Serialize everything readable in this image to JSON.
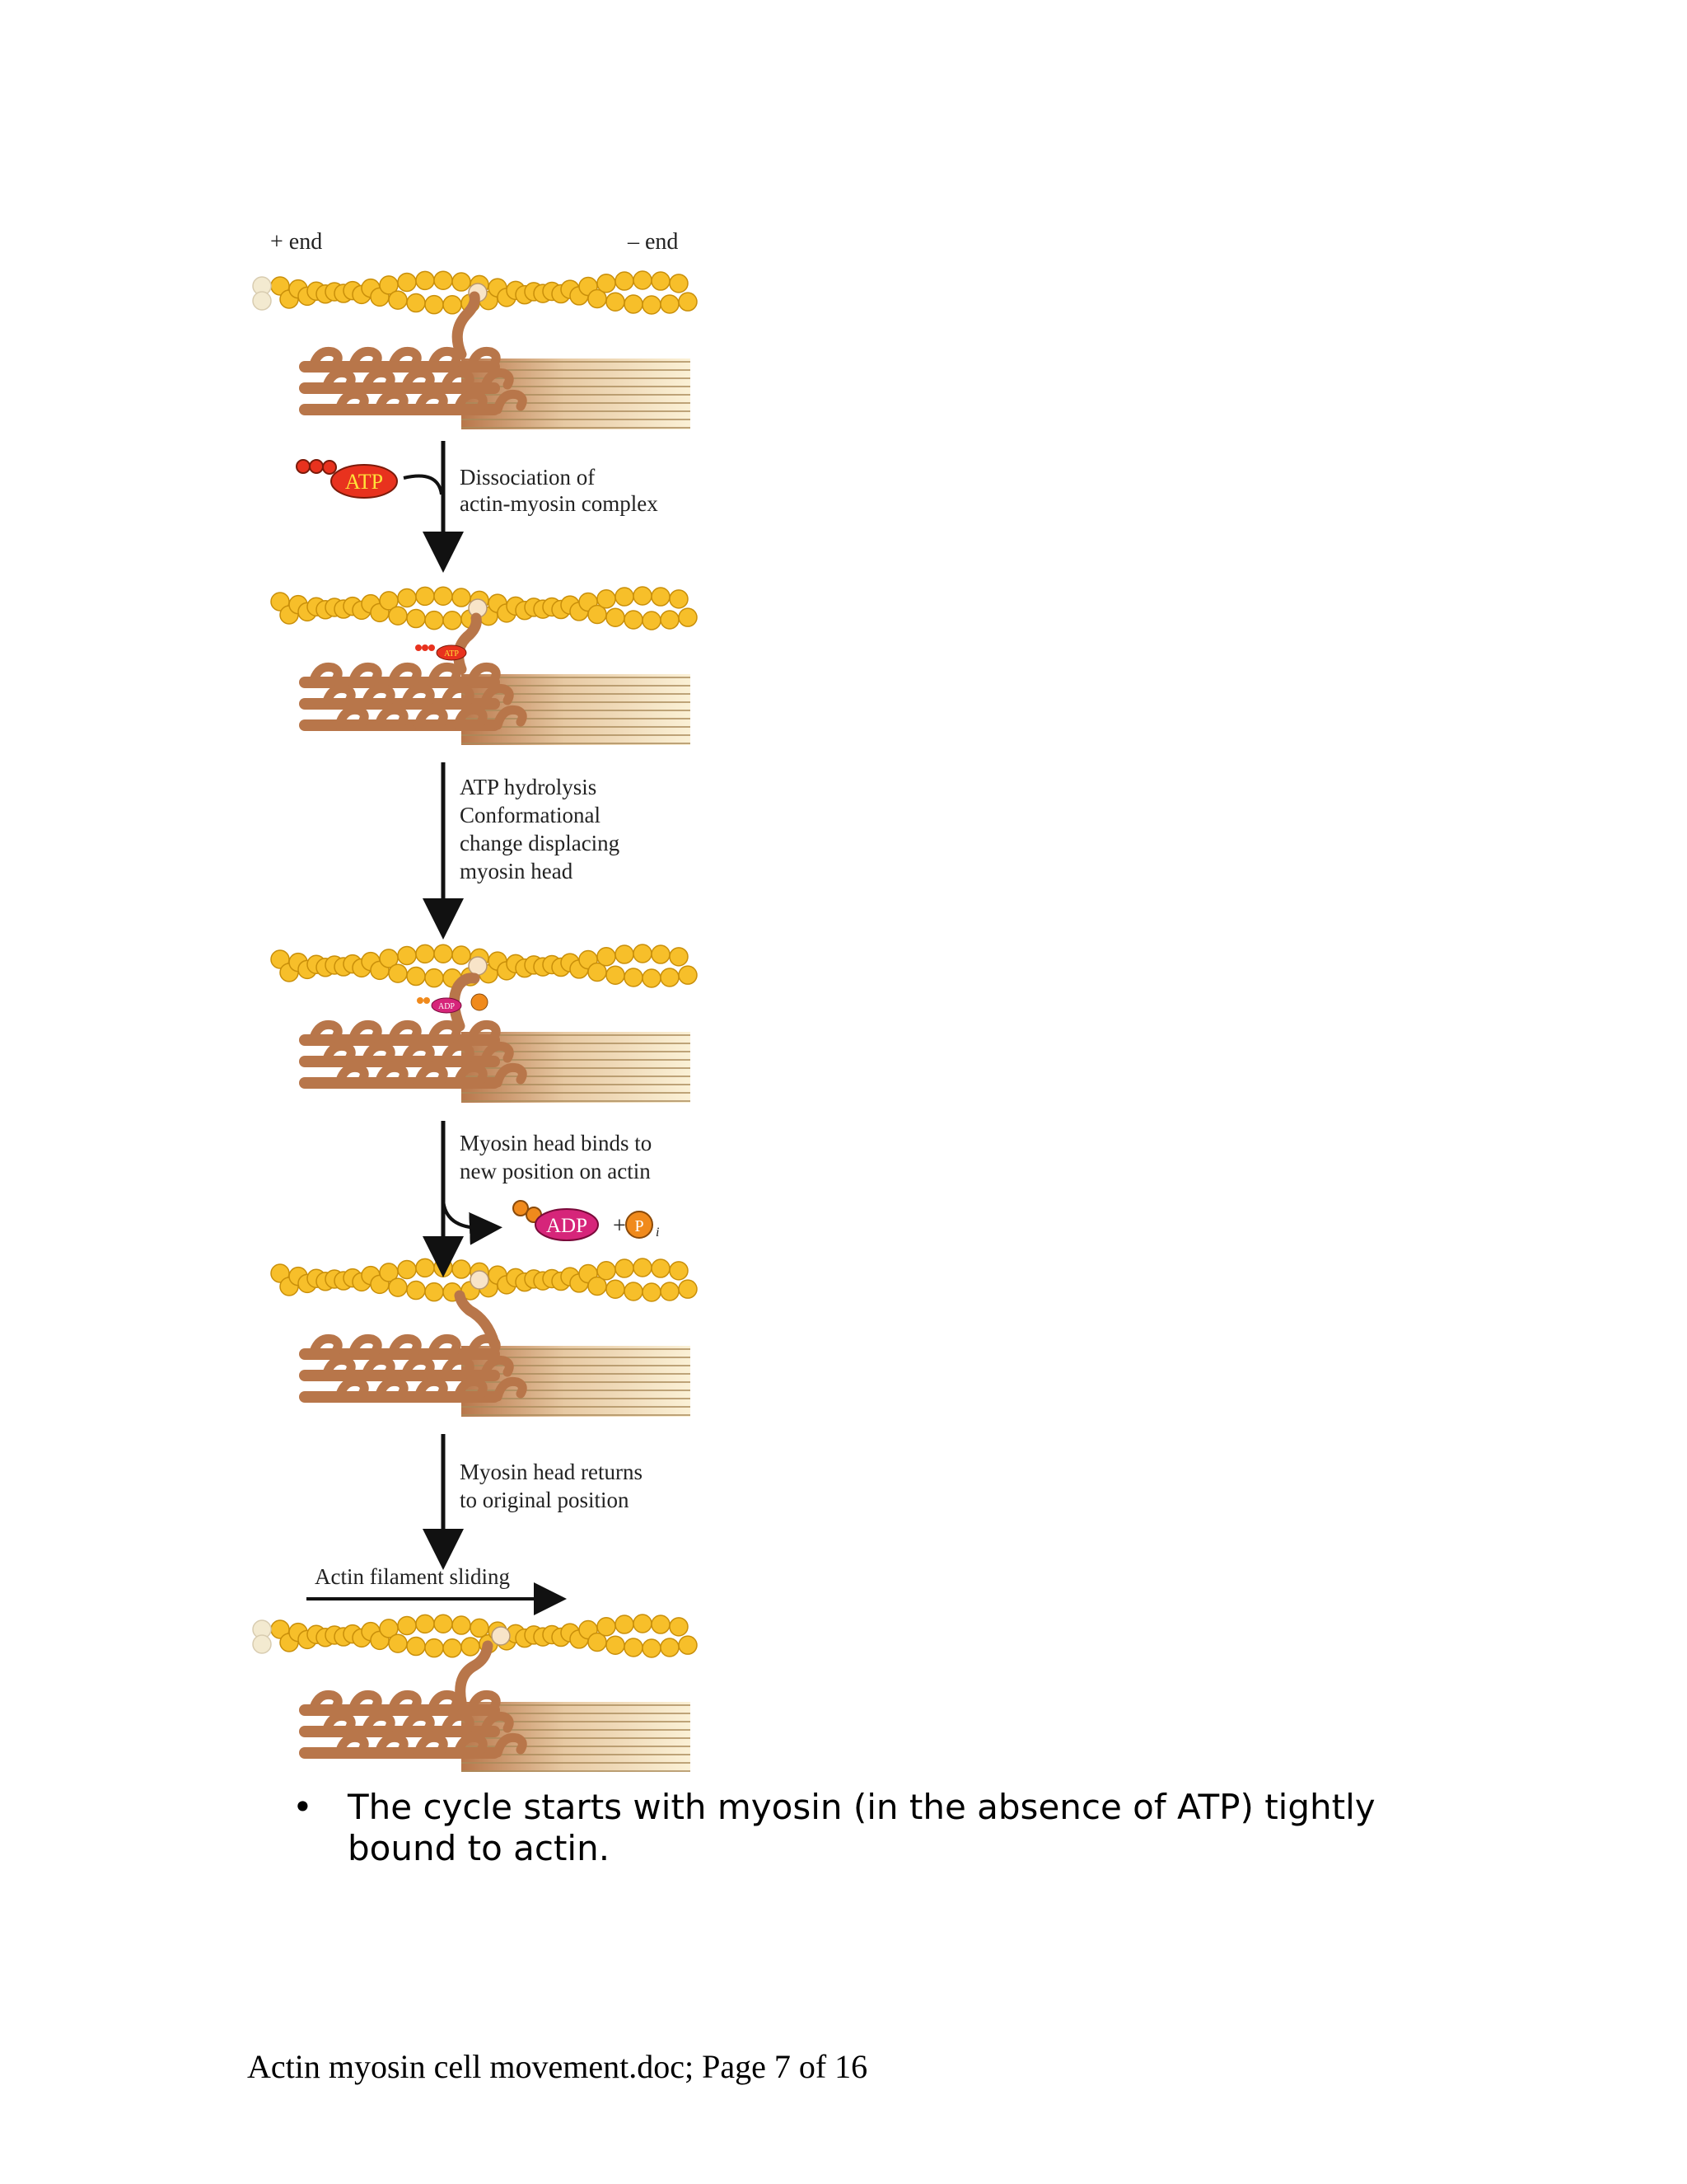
{
  "diagram": {
    "plus_end": "+ end",
    "minus_end": "– end",
    "atp_badge": "ATP",
    "atp_small_badge": "ATP",
    "adp_small_badge": "ADP",
    "adp_badge": "ADP",
    "pi_plus": "+",
    "pi_label": "P",
    "pi_subscript": "i",
    "step1_lines": [
      "Dissociation of",
      "actin-myosin complex"
    ],
    "step2_lines": [
      "ATP hydrolysis",
      "Conformational",
      "change displacing",
      "myosin head"
    ],
    "step3_lines": [
      "Myosin head binds to",
      "new position on actin"
    ],
    "step4_lines": [
      "Myosin head returns",
      "to original position"
    ],
    "sliding_label": "Actin filament sliding",
    "colors": {
      "actin": "#f7bf2a",
      "actin_outline": "#c98f0a",
      "myosin": "#b8764a",
      "myosin_outline": "#7a4a2a",
      "atp_red": "#e8321e",
      "adp_magenta": "#d6257a",
      "phosphate_orange": "#f08a1c"
    }
  },
  "bullets": [
    {
      "symbol": "•",
      "text": "The cycle starts with myosin (in the absence of ATP) tightly bound to actin."
    }
  ],
  "footer": {
    "text": "Actin myosin cell movement.doc; Page 7 of 16"
  }
}
